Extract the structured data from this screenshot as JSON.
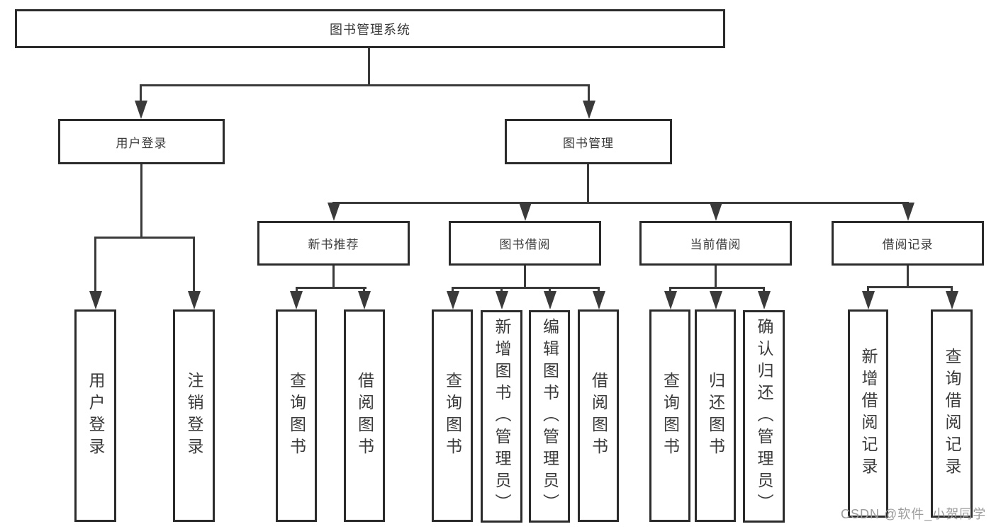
{
  "diagram_title": "图书管理系统",
  "colors": {
    "line": "#3a3a3a",
    "box_border": "#2b2b2b",
    "text": "#3a3a3a",
    "watermark": "#9b9b9b",
    "background": "#ffffff"
  },
  "nodes": {
    "root": "图书管理系统",
    "user_login": "用户登录",
    "book_mgmt": "图书管理",
    "new_book_rec": "新书推荐",
    "book_borrow": "图书借阅",
    "current_borrow": "当前借阅",
    "borrow_record": "借阅记录",
    "leaf_user_login": "用户登录",
    "leaf_logout": "注销登录",
    "leaf_query_book_1": "查询图书",
    "leaf_borrow_book_1": "借阅图书",
    "leaf_query_book_2": "查询图书",
    "leaf_add_book": "新增图书（管理员）",
    "leaf_edit_book": "编辑图书（管理员）",
    "leaf_borrow_book_2": "借阅图书",
    "leaf_query_book_3": "查询图书",
    "leaf_return_book": "归还图书",
    "leaf_confirm_return": "确认归还（管理员）",
    "leaf_add_record": "新增借阅记录",
    "leaf_query_record": "查询借阅记录"
  },
  "watermark": "CSDN @软件_小贺同学"
}
